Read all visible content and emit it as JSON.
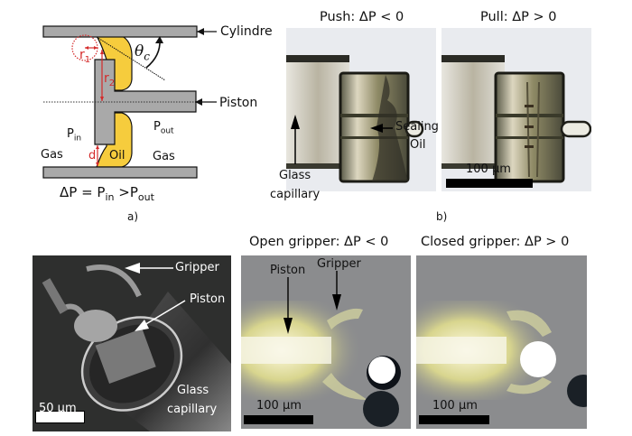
{
  "panel_a": {
    "caption": "a)",
    "labels": {
      "cylinder": "Cylindre",
      "piston": "Piston",
      "r1": "r",
      "r1_sub": "1",
      "r2": "r",
      "r2_sub": "2",
      "theta": "θ",
      "theta_sub": "c",
      "p_in": "P",
      "p_in_sub": "in",
      "p_out": "P",
      "p_out_sub": "out",
      "gas_left": "Gas",
      "gas_right": "Gas",
      "oil": "Oil",
      "d": "d"
    },
    "equation": {
      "prefix": "ΔP = P",
      "sub1": "in",
      "mid": " >P",
      "sub2": "out"
    },
    "colors": {
      "solid": "#a9a9a9",
      "oil": "#f6cc3d",
      "annotation": "#d42a2a"
    }
  },
  "panel_b": {
    "caption": "b)",
    "left_title": "Push: ΔP < 0",
    "right_title": "Pull: ΔP > 0",
    "glass_label_1": "Glass",
    "glass_label_2": "capillary",
    "sealing_label_1": "Sealing",
    "sealing_label_2": "Oil",
    "scale": "100 µm"
  },
  "panel_c": {
    "sem": {
      "gripper": "Gripper",
      "piston": "Piston",
      "glass_1": "Glass",
      "glass_2": "capillary",
      "scale": "50 µm"
    },
    "open_title": "Open gripper: ΔP < 0",
    "closed_title": "Closed gripper: ΔP > 0",
    "open_piston": "Piston",
    "open_gripper": "Gripper",
    "open_scale": "100 µm",
    "closed_scale": "100 µm"
  }
}
